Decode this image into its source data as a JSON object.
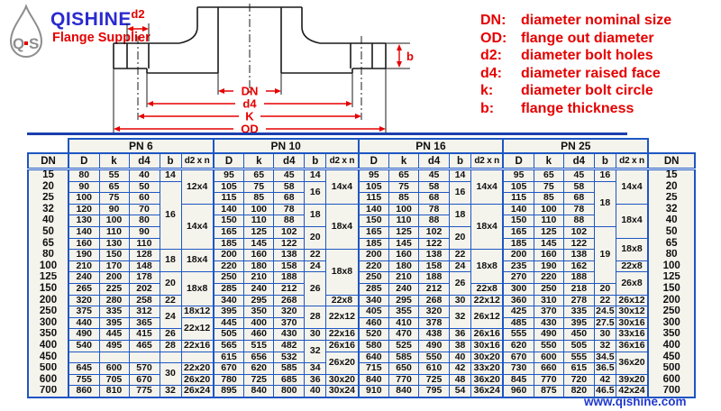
{
  "brand": {
    "name": "QISHINE",
    "tagline": "Flange Supplier",
    "website": "www.qishine.com",
    "logo_left": "Q",
    "logo_right": "S"
  },
  "colors": {
    "border_blue": "#1e56c4",
    "strip_blue": "#1b3fae",
    "accent_red": "#e50000",
    "brand_blue": "#2b2bd0",
    "cell_bg": "#f4f3ec",
    "link_blue": "#2038cc",
    "text_black": "#101010"
  },
  "drawing": {
    "labels": {
      "d2": "d2",
      "b": "b",
      "dn": "DN",
      "d4": "d4",
      "k": "K",
      "od": "OD"
    }
  },
  "legend": {
    "items": [
      {
        "key": "DN:",
        "text": "diameter nominal size"
      },
      {
        "key": "OD:",
        "text": "flange out diameter"
      },
      {
        "key": "d2:",
        "text": "diameter bolt holes"
      },
      {
        "key": "d4:",
        "text": "diameter raised face"
      },
      {
        "key": "k:",
        "text": "diameter bolt circle"
      },
      {
        "key": "b:",
        "text": "flange thickness"
      }
    ]
  },
  "table": {
    "dn_header": "DN",
    "col_headers": [
      "D",
      "k",
      "d4",
      "b",
      "d2 x n"
    ],
    "dn": [
      "15",
      "20",
      "25",
      "32",
      "40",
      "50",
      "65",
      "80",
      "100",
      "125",
      "150",
      "200",
      "250",
      "300",
      "350",
      "400",
      "450",
      "500",
      "600",
      "700"
    ],
    "sections": [
      {
        "label": "PN 6",
        "cells": [
          [
            "80",
            "55",
            "40"
          ],
          [
            "90",
            "65",
            "50"
          ],
          [
            "100",
            "75",
            "60"
          ],
          [
            "120",
            "90",
            "70"
          ],
          [
            "130",
            "100",
            "80"
          ],
          [
            "140",
            "110",
            "90"
          ],
          [
            "160",
            "130",
            "110"
          ],
          [
            "190",
            "150",
            "128"
          ],
          [
            "210",
            "170",
            "148"
          ],
          [
            "240",
            "200",
            "178"
          ],
          [
            "265",
            "225",
            "202"
          ],
          [
            "320",
            "280",
            "258"
          ],
          [
            "375",
            "335",
            "312"
          ],
          [
            "440",
            "395",
            "365"
          ],
          [
            "490",
            "445",
            "415"
          ],
          [
            "540",
            "495",
            "465"
          ],
          [
            "",
            "",
            ""
          ],
          [
            "645",
            "600",
            "570"
          ],
          [
            "755",
            "705",
            "670"
          ],
          [
            "860",
            "810",
            "775"
          ]
        ],
        "b": [
          {
            "v": "14",
            "s": 1
          },
          {
            "v": "16",
            "s": 6
          },
          {
            "v": "18",
            "s": 2
          },
          {
            "v": "20",
            "s": 2
          },
          {
            "v": "22",
            "s": 1
          },
          {
            "v": "24",
            "s": 2
          },
          {
            "v": "26",
            "s": 1
          },
          {
            "v": "28",
            "s": 1
          },
          {
            "v": "",
            "s": 1
          },
          {
            "v": "30",
            "s": 2
          },
          {
            "v": "32",
            "s": 1
          }
        ],
        "d2n": [
          {
            "v": "12x4",
            "s": 3
          },
          {
            "v": "14x4",
            "s": 4
          },
          {
            "v": "18x4",
            "s": 2
          },
          {
            "v": "18x8",
            "s": 3
          },
          {
            "v": "18x12",
            "s": 1
          },
          {
            "v": "22x12",
            "s": 2
          },
          {
            "v": "22x16",
            "s": 1
          },
          {
            "v": "",
            "s": 1
          },
          {
            "v": "22x20",
            "s": 1
          },
          {
            "v": "26x20",
            "s": 1
          },
          {
            "v": "26x24",
            "s": 1
          }
        ]
      },
      {
        "label": "PN 10",
        "cells": [
          [
            "95",
            "65",
            "45"
          ],
          [
            "105",
            "75",
            "58"
          ],
          [
            "115",
            "85",
            "68"
          ],
          [
            "140",
            "100",
            "78"
          ],
          [
            "150",
            "110",
            "88"
          ],
          [
            "165",
            "125",
            "102"
          ],
          [
            "185",
            "145",
            "122"
          ],
          [
            "200",
            "160",
            "138"
          ],
          [
            "220",
            "180",
            "158"
          ],
          [
            "250",
            "210",
            "188"
          ],
          [
            "285",
            "240",
            "212"
          ],
          [
            "340",
            "295",
            "268"
          ],
          [
            "395",
            "350",
            "320"
          ],
          [
            "445",
            "400",
            "370"
          ],
          [
            "505",
            "460",
            "430"
          ],
          [
            "565",
            "515",
            "482"
          ],
          [
            "615",
            "656",
            "532"
          ],
          [
            "670",
            "620",
            "585"
          ],
          [
            "780",
            "725",
            "685"
          ],
          [
            "895",
            "840",
            "800"
          ]
        ],
        "b": [
          {
            "v": "14",
            "s": 1
          },
          {
            "v": "16",
            "s": 2
          },
          {
            "v": "18",
            "s": 2
          },
          {
            "v": "20",
            "s": 2
          },
          {
            "v": "22",
            "s": 1
          },
          {
            "v": "24",
            "s": 1
          },
          {
            "v": "26",
            "s": 3
          },
          {
            "v": "28",
            "s": 2
          },
          {
            "v": "30",
            "s": 1
          },
          {
            "v": "32",
            "s": 2
          },
          {
            "v": "34",
            "s": 1
          },
          {
            "v": "36",
            "s": 1
          },
          {
            "v": "40",
            "s": 1
          }
        ],
        "d2n": [
          {
            "v": "14x4",
            "s": 3
          },
          {
            "v": "18x4",
            "s": 4
          },
          {
            "v": "18x8",
            "s": 4
          },
          {
            "v": "22x8",
            "s": 1
          },
          {
            "v": "22x12",
            "s": 2
          },
          {
            "v": "22x16",
            "s": 1
          },
          {
            "v": "26x16",
            "s": 1
          },
          {
            "v": "26x20",
            "s": 2
          },
          {
            "v": "30x20",
            "s": 1
          },
          {
            "v": "30x24",
            "s": 1
          }
        ]
      },
      {
        "label": "PN 16",
        "cells": [
          [
            "95",
            "65",
            "45"
          ],
          [
            "105",
            "75",
            "58"
          ],
          [
            "115",
            "85",
            "68"
          ],
          [
            "140",
            "100",
            "78"
          ],
          [
            "150",
            "110",
            "88"
          ],
          [
            "165",
            "125",
            "102"
          ],
          [
            "185",
            "145",
            "122"
          ],
          [
            "200",
            "160",
            "138"
          ],
          [
            "220",
            "180",
            "158"
          ],
          [
            "250",
            "210",
            "188"
          ],
          [
            "285",
            "240",
            "212"
          ],
          [
            "340",
            "295",
            "268"
          ],
          [
            "405",
            "355",
            "320"
          ],
          [
            "460",
            "410",
            "378"
          ],
          [
            "520",
            "470",
            "438"
          ],
          [
            "580",
            "525",
            "490"
          ],
          [
            "640",
            "585",
            "550"
          ],
          [
            "715",
            "650",
            "610"
          ],
          [
            "840",
            "770",
            "725"
          ],
          [
            "910",
            "840",
            "795"
          ]
        ],
        "b": [
          {
            "v": "14",
            "s": 1
          },
          {
            "v": "16",
            "s": 2
          },
          {
            "v": "18",
            "s": 2
          },
          {
            "v": "20",
            "s": 2
          },
          {
            "v": "22",
            "s": 1
          },
          {
            "v": "24",
            "s": 1
          },
          {
            "v": "26",
            "s": 2
          },
          {
            "v": "30",
            "s": 1
          },
          {
            "v": "32",
            "s": 2
          },
          {
            "v": "36",
            "s": 1
          },
          {
            "v": "38",
            "s": 1
          },
          {
            "v": "40",
            "s": 1
          },
          {
            "v": "42",
            "s": 1
          },
          {
            "v": "48",
            "s": 1
          },
          {
            "v": "54",
            "s": 1
          }
        ],
        "d2n": [
          {
            "v": "14x4",
            "s": 3
          },
          {
            "v": "18x4",
            "s": 4
          },
          {
            "v": "18x8",
            "s": 3
          },
          {
            "v": "22x8",
            "s": 1
          },
          {
            "v": "22x12",
            "s": 1
          },
          {
            "v": "26x12",
            "s": 2
          },
          {
            "v": "26x16",
            "s": 1
          },
          {
            "v": "30x16",
            "s": 1
          },
          {
            "v": "30x20",
            "s": 1
          },
          {
            "v": "33x20",
            "s": 1
          },
          {
            "v": "36x20",
            "s": 1
          },
          {
            "v": "36x24",
            "s": 1
          }
        ]
      },
      {
        "label": "PN 25",
        "cells": [
          [
            "95",
            "65",
            "45"
          ],
          [
            "105",
            "75",
            "58"
          ],
          [
            "115",
            "85",
            "68"
          ],
          [
            "140",
            "100",
            "78"
          ],
          [
            "150",
            "110",
            "88"
          ],
          [
            "165",
            "125",
            "102"
          ],
          [
            "185",
            "145",
            "122"
          ],
          [
            "200",
            "160",
            "138"
          ],
          [
            "235",
            "190",
            "162"
          ],
          [
            "270",
            "220",
            "188"
          ],
          [
            "300",
            "250",
            "218"
          ],
          [
            "360",
            "310",
            "278"
          ],
          [
            "425",
            "370",
            "335"
          ],
          [
            "485",
            "430",
            "395"
          ],
          [
            "555",
            "490",
            "450"
          ],
          [
            "620",
            "550",
            "505"
          ],
          [
            "670",
            "600",
            "555"
          ],
          [
            "730",
            "660",
            "615"
          ],
          [
            "845",
            "770",
            "720"
          ],
          [
            "960",
            "875",
            "820"
          ]
        ],
        "b": [
          {
            "v": "16",
            "s": 1
          },
          {
            "v": "18",
            "s": 4
          },
          {
            "v": "19",
            "s": 5
          },
          {
            "v": "20",
            "s": 1
          },
          {
            "v": "22",
            "s": 1
          },
          {
            "v": "24.5",
            "s": 1
          },
          {
            "v": "27.5",
            "s": 1
          },
          {
            "v": "30",
            "s": 1
          },
          {
            "v": "32",
            "s": 1
          },
          {
            "v": "34.5",
            "s": 1
          },
          {
            "v": "36.5",
            "s": 1
          },
          {
            "v": "42",
            "s": 1
          },
          {
            "v": "46.5",
            "s": 1
          }
        ],
        "d2n": [
          {
            "v": "14x4",
            "s": 3
          },
          {
            "v": "18x4",
            "s": 3
          },
          {
            "v": "18x8",
            "s": 2
          },
          {
            "v": "22x8",
            "s": 1
          },
          {
            "v": "26x8",
            "s": 2
          },
          {
            "v": "26x12",
            "s": 1
          },
          {
            "v": "30x12",
            "s": 1
          },
          {
            "v": "30x16",
            "s": 1
          },
          {
            "v": "33x16",
            "s": 1
          },
          {
            "v": "36x16",
            "s": 1
          },
          {
            "v": "36x20",
            "s": 2
          },
          {
            "v": "39x20",
            "s": 1
          },
          {
            "v": "42x24",
            "s": 1
          }
        ]
      }
    ]
  }
}
